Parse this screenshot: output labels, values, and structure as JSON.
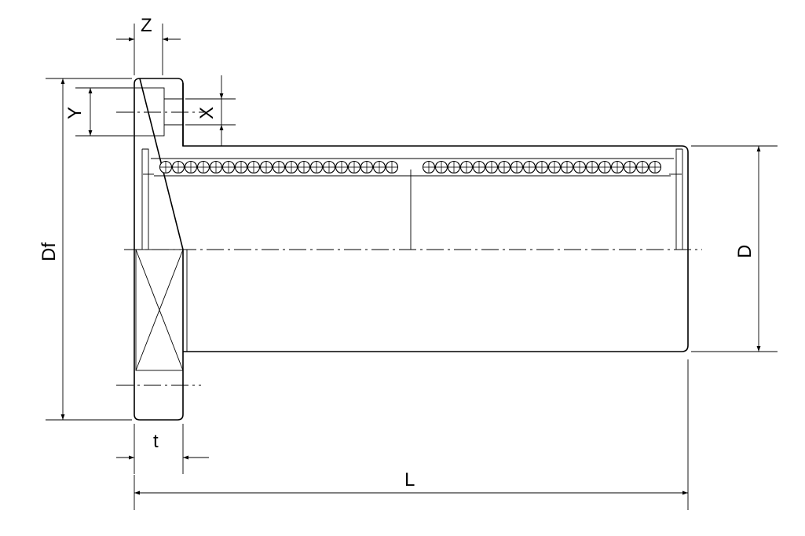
{
  "drawing": {
    "labels": {
      "Z": "Z",
      "Y": "Y",
      "X": "X",
      "Df": "Df",
      "D": "D",
      "t": "t",
      "L": "L"
    },
    "balls_per_row": 19
  }
}
